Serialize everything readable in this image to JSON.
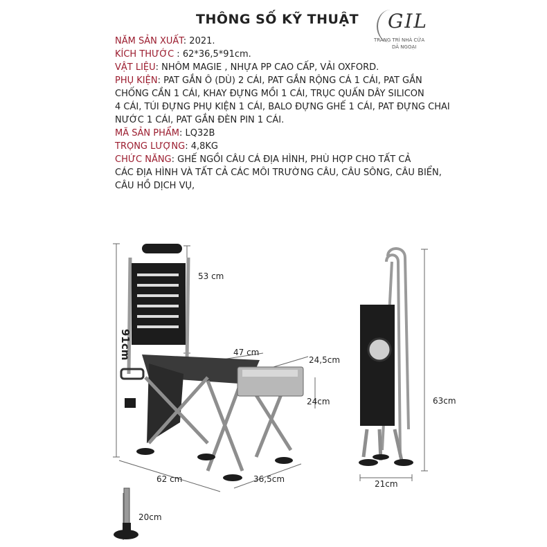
{
  "title": "THÔNG SỐ KỸ THUẬT",
  "logo": {
    "brand": "GIL",
    "line1": "TRANG TRÍ NHÀ CỬA",
    "line2": "DÃ NGOẠI"
  },
  "specs": [
    {
      "key": "NĂM SẢN XUẤT",
      "value": ": 2021."
    },
    {
      "key": "KÍCH THƯỚC",
      "value": " : 62*36,5*91cm."
    },
    {
      "key": "VẬT LIỆU",
      "value": ": NHÔM MAGIE , NHỰA PP CAO CẤP, VẢI OXFORD."
    },
    {
      "key": "PHỤ KIỆN",
      "value": ": PAT GẮN Ô (DÙ) 2 CÁI, PAT GẮN RỘNG CÁ 1 CÁI, PAT GẮN"
    },
    {
      "key": "",
      "value": "CHỐNG CẦN 1 CÁI, KHAY ĐỰNG MỒI 1 CÁI, TRỤC QUẤN DÂY SILICON"
    },
    {
      "key": "",
      "value": "4 CÁI, TÚI ĐỰNG PHỤ KIỆN 1 CÁI, BALO ĐỰNG GHẾ 1 CÁI, PAT ĐỰNG CHAI"
    },
    {
      "key": "",
      "value": "NƯỚC 1 CÁI, PAT GẮN ĐÈN PIN 1 CÁI."
    },
    {
      "key": "MÃ SẢN PHẨM",
      "value": ": LQ32B"
    },
    {
      "key": "TRỌNG LƯỢNG",
      "value": ": 4,8KG"
    },
    {
      "key": "CHỨC NĂNG",
      "value": ": GHẾ NGỒI CÂU CÁ ĐỊA HÌNH, PHÙ HỢP CHO TẤT CẢ"
    },
    {
      "key": "",
      "value": "CÁC ĐỊA HÌNH VÀ TẤT CẢ CÁC MÔI TRƯỜNG CÂU, CÂU SÔNG, CÂU BIỂN,"
    },
    {
      "key": "",
      "value": "CÂU HỒ DỊCH VỤ,"
    }
  ],
  "dimensions": {
    "back_height": "53 cm",
    "total_height": "91cm",
    "seat_width": "47 cm",
    "tray_width": "24,5cm",
    "tray_depth": "24cm",
    "base_width": "62 cm",
    "base_depth": "36,5cm",
    "folded_height": "63cm",
    "folded_width": "21cm",
    "leg_length": "20cm"
  },
  "colors": {
    "key_text": "#9b1c2e",
    "frame": "#9a9a9a",
    "dark": "#1c1c1c"
  }
}
